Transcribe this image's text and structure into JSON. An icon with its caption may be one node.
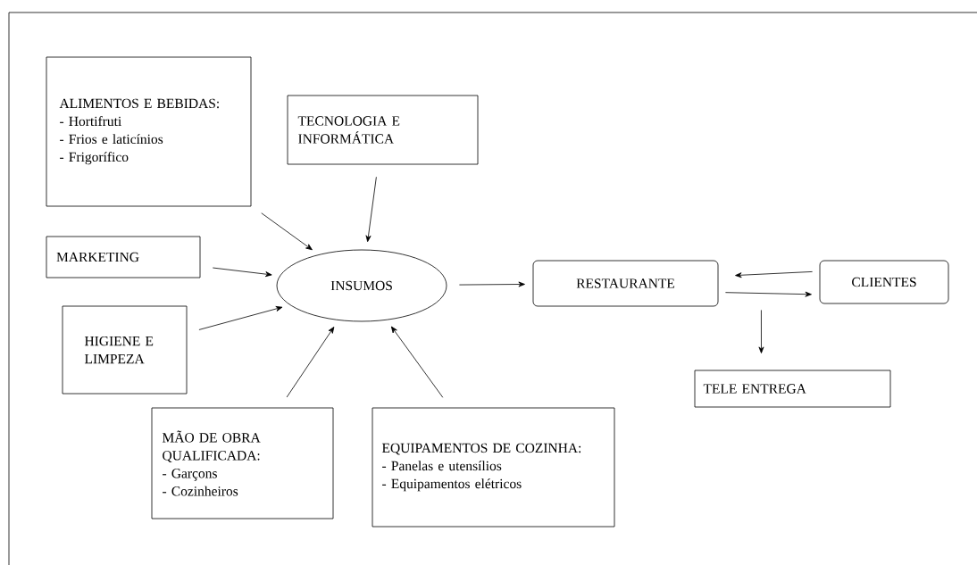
{
  "diagram": {
    "nodes": [
      {
        "text": [
          "ALIMENTOS E BEBIDAS:",
          "- Hortifruti",
          "- Frios e laticínios",
          "- Frigorífico"
        ]
      },
      {
        "text": [
          "TECNOLOGIA E INFORMÁTICA"
        ]
      },
      {
        "text": [
          "MARKETING"
        ]
      },
      {
        "text": [
          "INSUMOS"
        ]
      },
      {
        "text": [
          "RESTAURANTE"
        ]
      },
      {
        "text": [
          "CLIENTES"
        ]
      },
      {
        "text": [
          "HIGIENE E LIMPEZA"
        ]
      },
      {
        "text": [
          "TELE ENTREGA"
        ]
      },
      {
        "text": [
          "MÃO DE OBRA QUALIFICADA:",
          "- Garçons",
          "- Cozinheiros"
        ]
      },
      {
        "text": [
          "EQUIPAMENTOS DE COZINHA:",
          "- Panelas e utensílios",
          "- Equipamentos elétricos"
        ]
      }
    ],
    "edges": [
      {
        "from": 0,
        "to": 3,
        "arrow": "to"
      },
      {
        "from": 1,
        "to": 3,
        "arrow": "to"
      },
      {
        "from": 2,
        "to": 3,
        "arrow": "to"
      },
      {
        "from": 6,
        "to": 3,
        "arrow": "to"
      },
      {
        "from": 8,
        "to": 3,
        "arrow": "to"
      },
      {
        "from": 9,
        "to": 3,
        "arrow": "to"
      },
      {
        "from": 3,
        "to": 4,
        "arrow": "to"
      },
      {
        "from": 5,
        "to": 4,
        "arrow": "to"
      },
      {
        "from": 4,
        "to": 5,
        "arrow": "to"
      },
      {
        "from": 4,
        "to": 7,
        "arrow": "to"
      }
    ]
  }
}
